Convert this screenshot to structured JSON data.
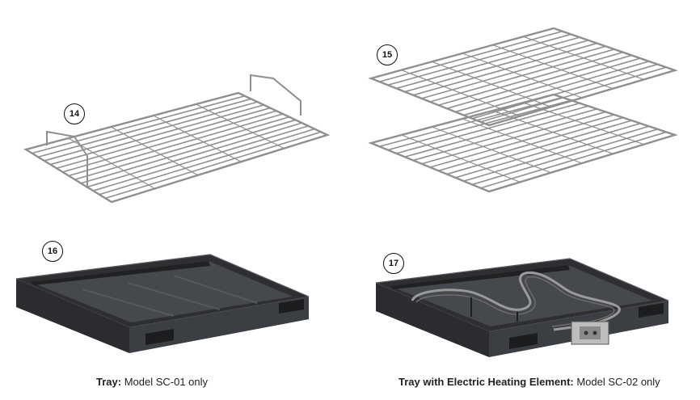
{
  "items": [
    {
      "number": "14",
      "icon": "wire-rack-with-handles-icon"
    },
    {
      "number": "15",
      "icon": "two-wire-racks-icon"
    },
    {
      "number": "16",
      "icon": "tray-icon"
    },
    {
      "number": "17",
      "icon": "tray-heating-element-icon"
    }
  ],
  "captions": [
    {
      "bold": "Tray:",
      "rest": " Model SC-01 only"
    },
    {
      "bold": "Tray with Electric Heating Element:",
      "rest": " Model SC-02 only"
    }
  ],
  "colors": {
    "wire": "#8a8a8a",
    "tray": "#2e3033",
    "tray_inner": "#3a3d40",
    "badge_border": "#111111"
  }
}
